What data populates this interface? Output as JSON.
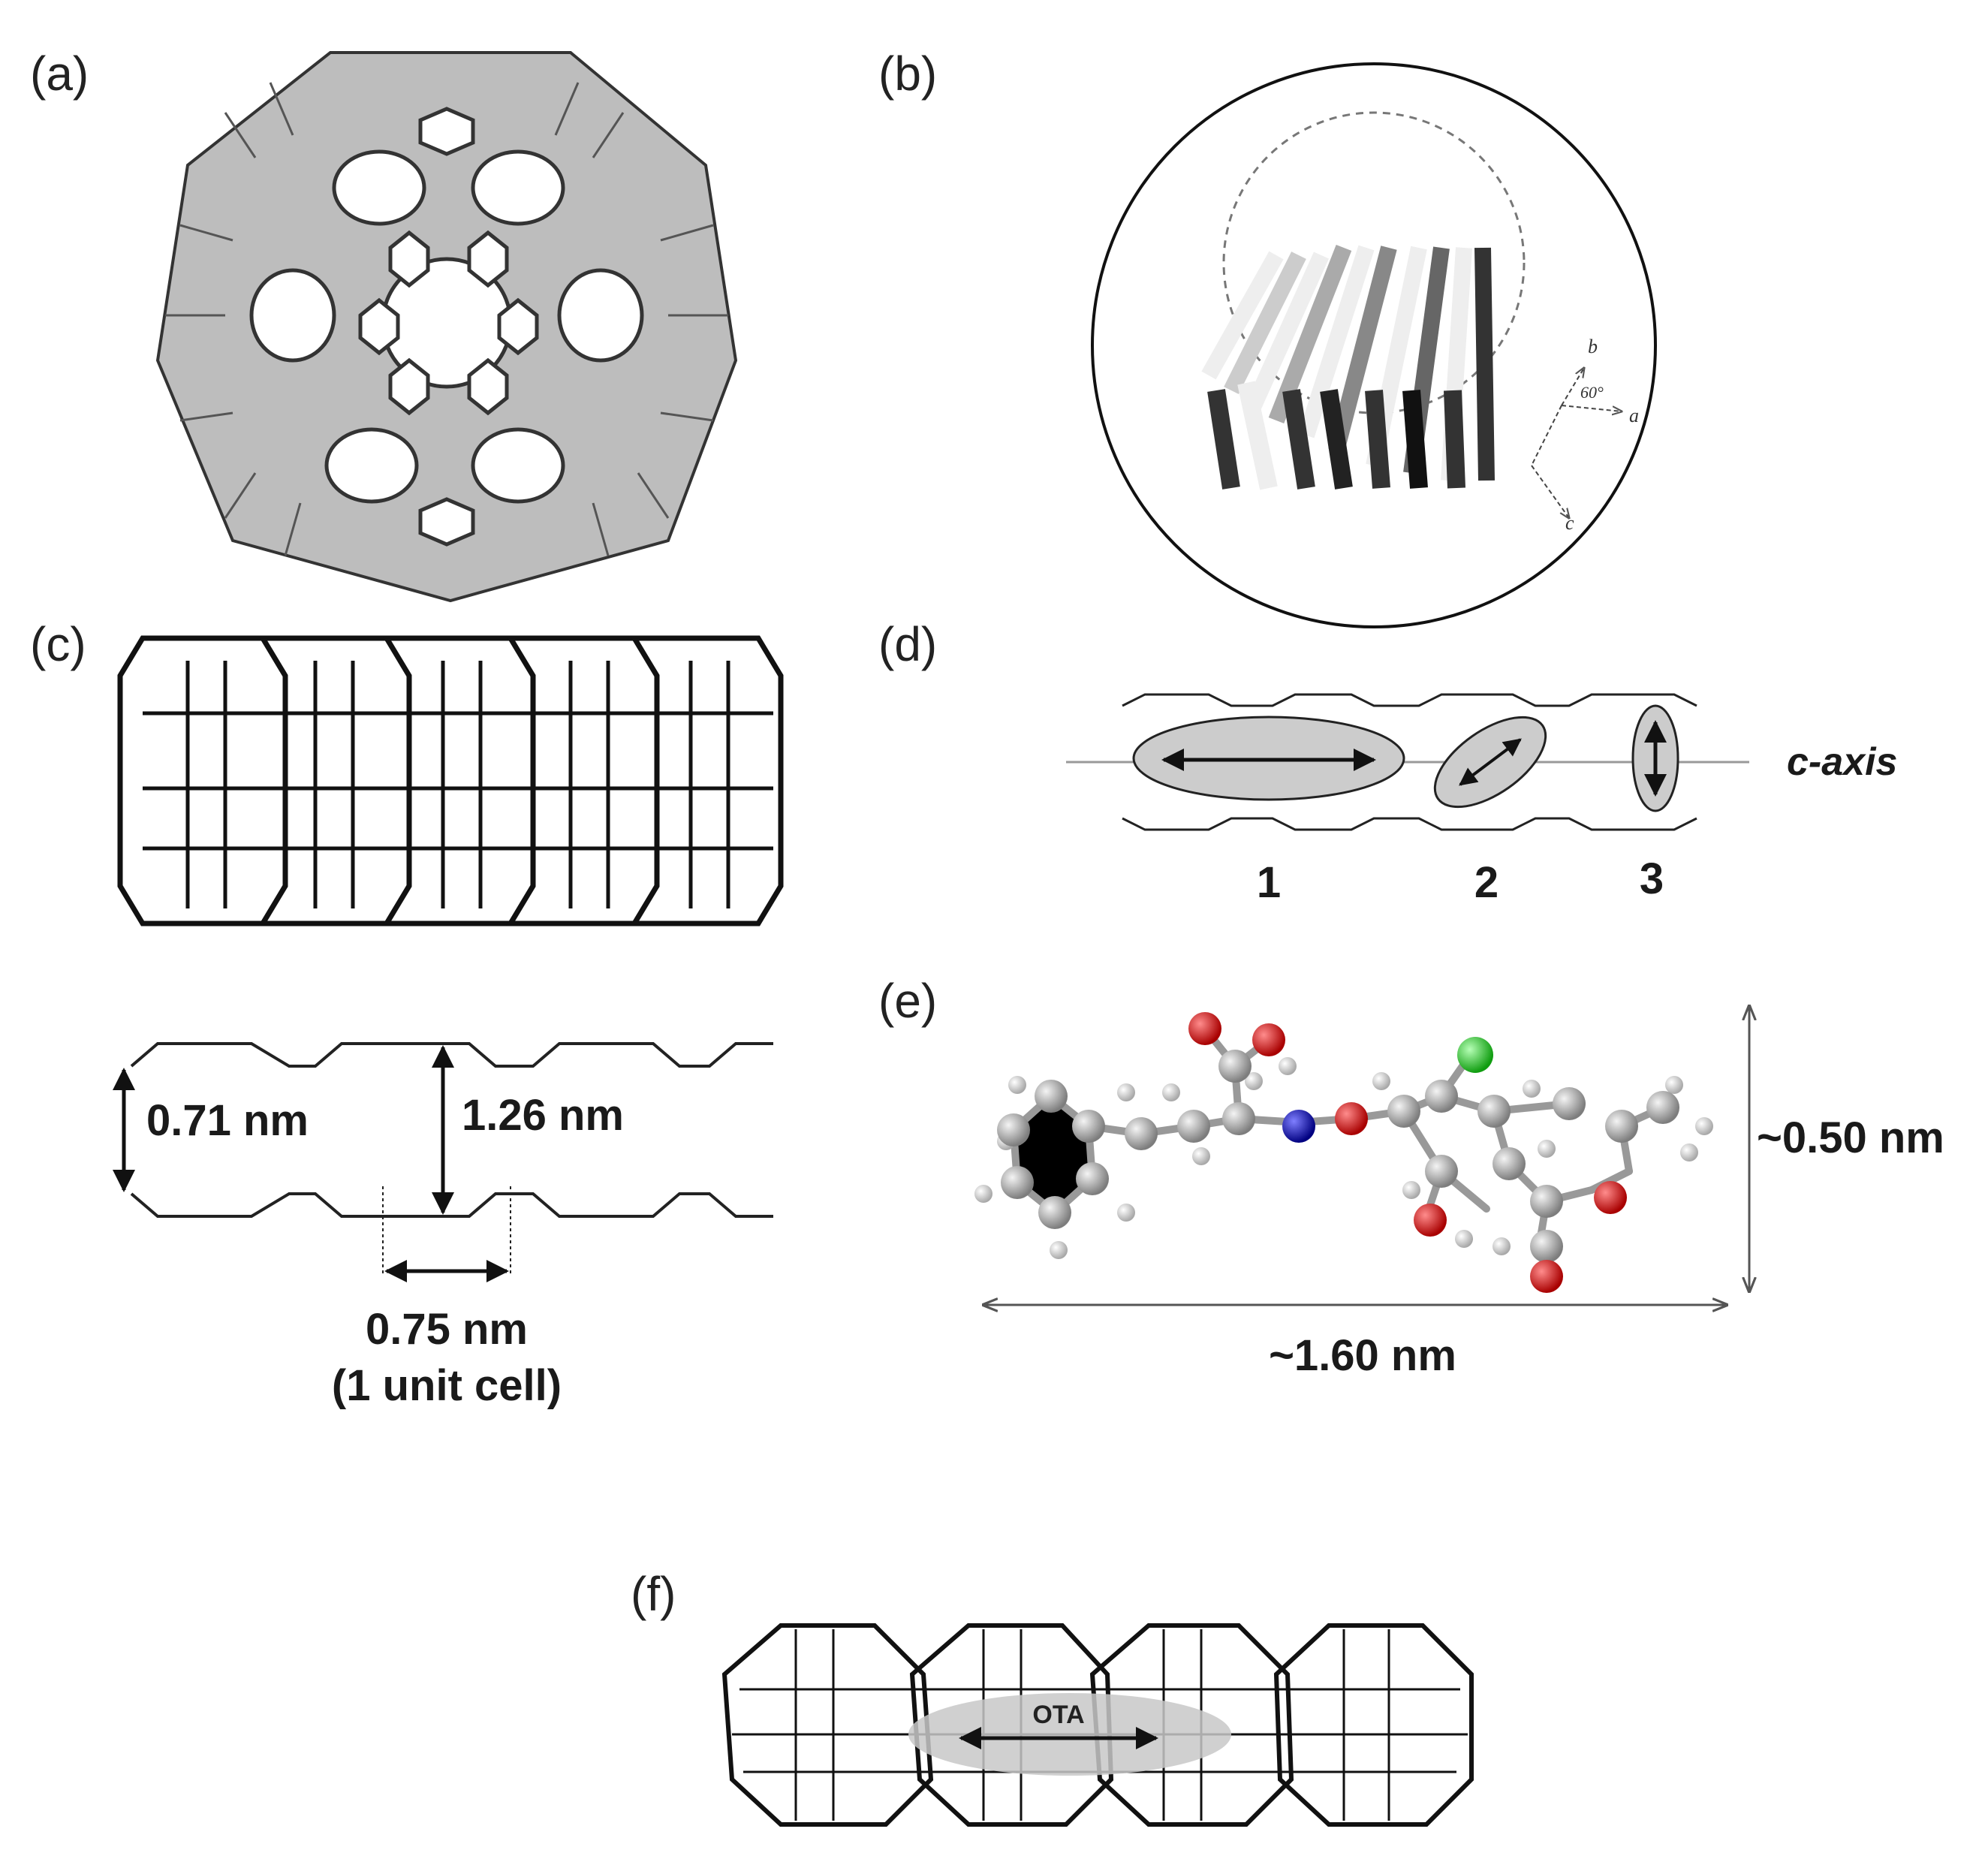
{
  "panels": {
    "a": {
      "label": "(a)"
    },
    "b": {
      "label": "(b)",
      "axes": {
        "b": "b",
        "a": "a",
        "c": "c",
        "angle": "60°"
      }
    },
    "c": {
      "label": "(c)",
      "dim_small": "0.71 nm",
      "dim_large": "1.26 nm",
      "dim_period": "0.75 nm",
      "dim_period_note": "(1 unit cell)"
    },
    "d": {
      "label": "(d)",
      "axis_label": "c-axis",
      "orientations": [
        "1",
        "2",
        "3"
      ]
    },
    "e": {
      "label": "(e)",
      "dim_height": "~0.50 nm",
      "dim_length": "~1.60 nm"
    },
    "f": {
      "label": "(f)",
      "guest": "OTA"
    }
  },
  "colors": {
    "oxygen": "#cc1111",
    "nitrogen": "#1a1aaa",
    "chlorine": "#22cc22",
    "carbon": "#9a9a9a",
    "hydrogen": "#d8d8d8",
    "guest_fill": "#c8c8c8"
  }
}
